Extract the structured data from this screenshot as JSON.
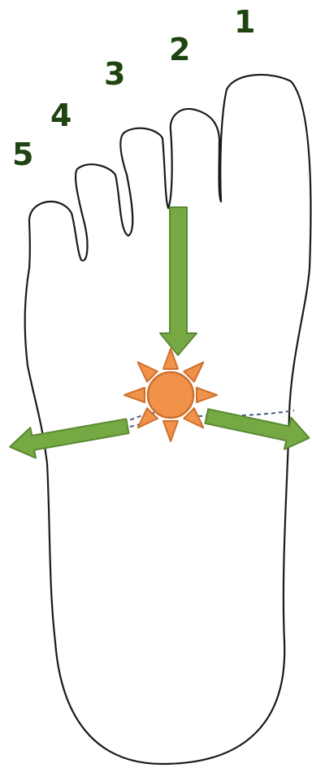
{
  "diagram": {
    "toe_labels": [
      "1",
      "2",
      "3",
      "4",
      "5"
    ],
    "colors": {
      "outline": "#1a1a1a",
      "label": "#1e4511",
      "arrow_fill": "#76a844",
      "arrow_stroke": "#5a8a32",
      "sun_fill": "#f0924a",
      "sun_stroke": "#d0702c",
      "dashed_line": "#4a5a80"
    },
    "icons": [
      "sun-icon",
      "arrow-down-icon",
      "arrow-left-icon",
      "arrow-right-icon"
    ]
  }
}
